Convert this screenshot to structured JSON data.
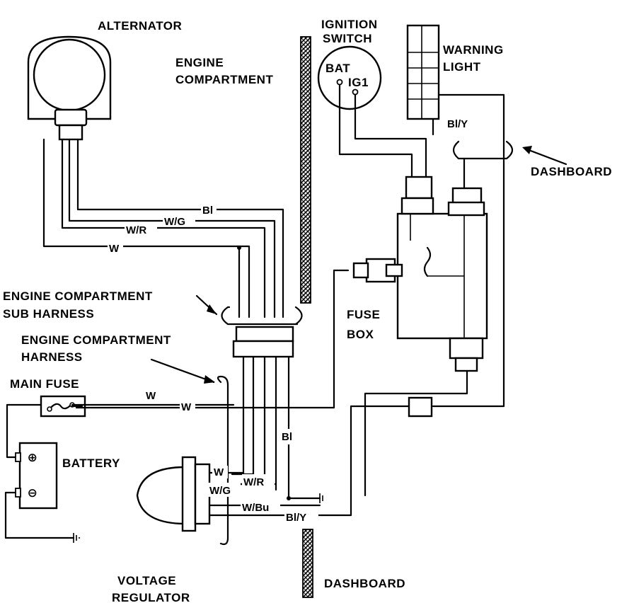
{
  "labels": {
    "alternator": "ALTERNATOR",
    "engine_compartment_1": "ENGINE",
    "engine_compartment_2": "COMPARTMENT",
    "ignition_switch_1": "IGNITION",
    "ignition_switch_2": "SWITCH",
    "bat": "BAT",
    "ig1": "IG1",
    "warning_light_1": "WARNING",
    "warning_light_2": "LIGHT",
    "dashboard_right": "DASHBOARD",
    "sub_harness_1": "ENGINE COMPARTMENT",
    "sub_harness_2": "SUB HARNESS",
    "harness_1": "ENGINE COMPARTMENT",
    "harness_2": "HARNESS",
    "main_fuse": "MAIN FUSE",
    "battery": "BATTERY",
    "fuse_box_1": "FUSE",
    "fuse_box_2": "BOX",
    "voltage_regulator_1": "VOLTAGE",
    "voltage_regulator_2": "REGULATOR",
    "dashboard_bottom": "DASHBOARD"
  },
  "wires": {
    "bl": "Bl",
    "wg": "W/G",
    "wr": "W/R",
    "w": "W",
    "bly_top": "Bl/Y",
    "w_fuse_1": "W",
    "w_fuse_2": "W",
    "bl_vertical": "Bl",
    "w_reg": "W",
    "wr_reg": "W/R",
    "wg_reg": "W/G",
    "wbu_reg": "W/Bu",
    "bly_reg": "Bl/Y"
  },
  "battery_terminals": {
    "positive": "⊕",
    "negative": "⊖"
  }
}
